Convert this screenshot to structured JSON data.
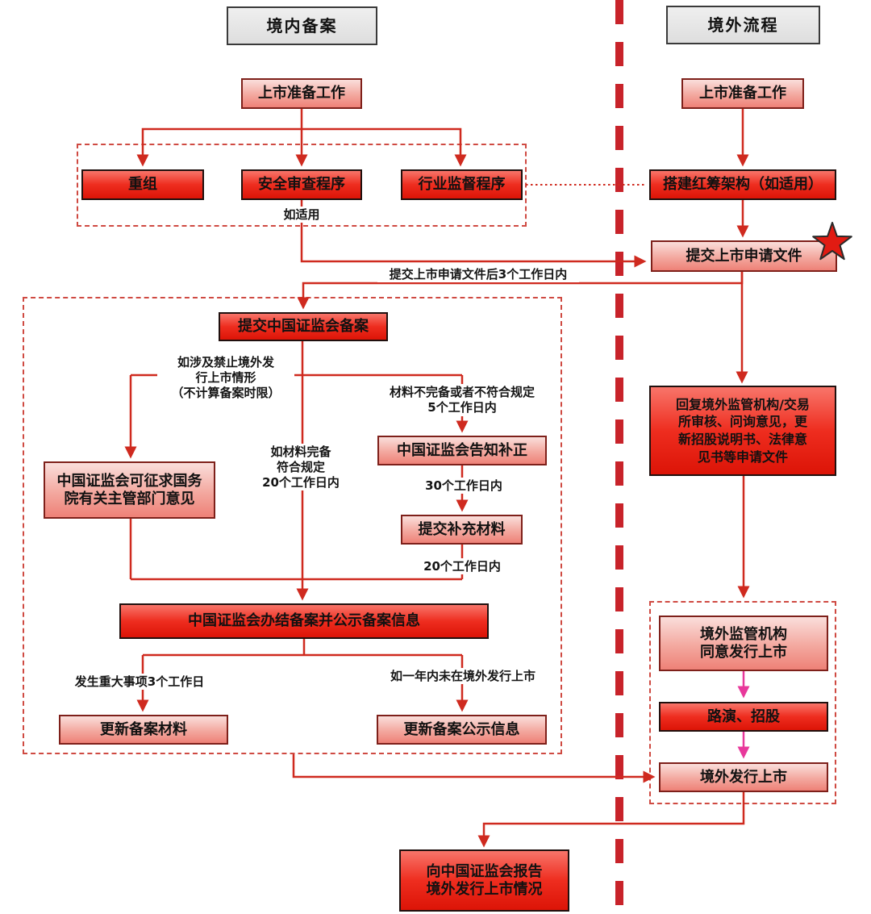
{
  "columns": {
    "domestic_header": "境内备案",
    "overseas_header": "境外流程"
  },
  "nodes": {
    "prep_domestic": "上市准备工作",
    "restructure": "重组",
    "security_review": "安全审查程序",
    "industry_supervision": "行业监督程序",
    "submit_csrc_filing": "提交中国证监会备案",
    "csrc_consult": "中国证监会可征求国务\n院有关主管部门意见",
    "csrc_notify_correction": "中国证监会告知补正",
    "submit_supplement": "提交补充材料",
    "csrc_complete_filing": "中国证监会办结备案并公示备案信息",
    "update_filing_materials": "更新备案材料",
    "update_public_info": "更新备案公示信息",
    "prep_overseas": "上市准备工作",
    "build_red_chip": "搭建红筹架构（如适用）",
    "submit_listing_application": "提交上市申请文件",
    "reply_overseas_regulators": "回复境外监管机构/交易\n所审核、问询意见，更\n新招股说明书、法律意\n见书等申请文件",
    "overseas_regulator_approval": "境外监管机构\n同意发行上市",
    "roadshow_bookbuilding": "路演、招股",
    "overseas_issue_listing": "境外发行上市",
    "report_to_csrc": "向中国证监会报告\n境外发行上市情况"
  },
  "edge_labels": {
    "if_applicable": "如适用",
    "within_3_working_days": "提交上市申请文件后3个工作日内",
    "prohibited_case": "如涉及禁止境外发\n行上市情形\n（不计算备案时限）",
    "materials_complete": "如材料完备\n符合规定\n20个工作日内",
    "materials_incomplete": "材料不完备或者不符合规定\n5个工作日内",
    "within_30_working_days": "30个工作日内",
    "within_20_working_days": "20个工作日内",
    "major_event_3_days": "发生重大事项3个工作日",
    "not_listed_within_1_year": "如一年内未在境外发行上市"
  },
  "icons": {
    "star": "key-step-star"
  },
  "colors": {
    "arrow_red": "#cf2a1f",
    "arrow_magenta": "#e8389b",
    "divider_red": "#c8232a",
    "dashed_border": "#cf4a42",
    "box_red": "#ee2d1f",
    "box_pink": "#f3a89f",
    "header_gray": "#e4e4e4",
    "star_red": "#e11b12"
  }
}
